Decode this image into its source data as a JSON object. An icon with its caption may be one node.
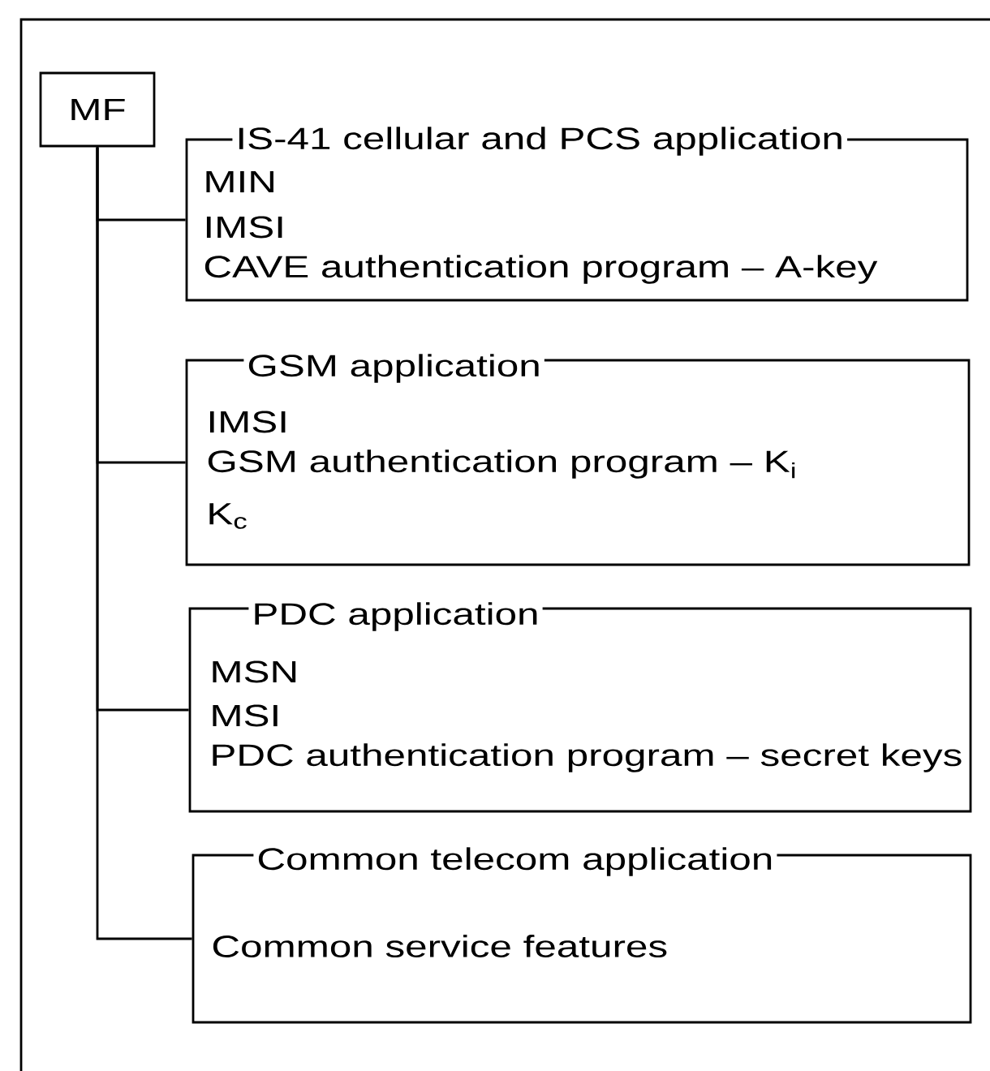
{
  "diagram": {
    "nodes": [
      {
        "text": [],
        "shape": "box"
      },
      {
        "text": [
          "MF"
        ],
        "in": 0
      },
      {
        "text": [
          "IS-41 cellular and PCS application",
          "MIN",
          "IMSI",
          "CAVE authentication program – A-key"
        ],
        "in": 0
      },
      {
        "text": [
          "GSM application",
          "IMSI",
          "GSM authentication program – K$_{i}$",
          "K$_{c}$"
        ],
        "in": 0
      },
      {
        "text": [
          "PDC application",
          "MSN",
          "MSI",
          "PDC authentication program – secret keys"
        ],
        "in": 0
      },
      {
        "text": [
          "Common telecom application",
          "Common service features"
        ],
        "in": 0
      }
    ],
    "edges": [
      {
        "from": 1,
        "to": 2,
        "arrow": "none"
      },
      {
        "from": 1,
        "to": 3,
        "arrow": "none"
      },
      {
        "from": 1,
        "to": 4,
        "arrow": "none"
      },
      {
        "from": 1,
        "to": 5,
        "arrow": "none"
      }
    ]
  }
}
